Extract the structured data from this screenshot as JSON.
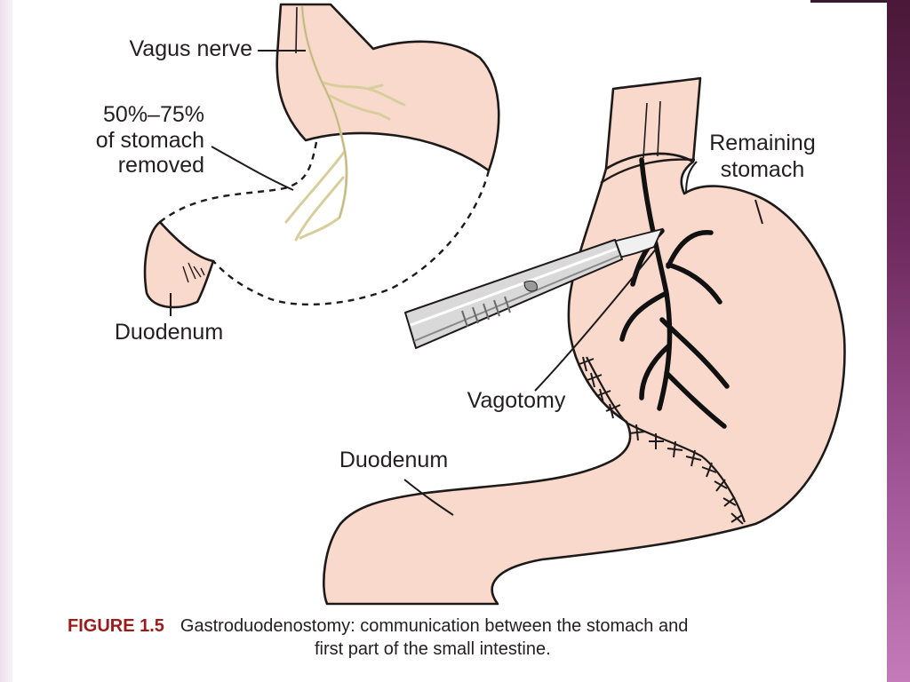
{
  "figure": {
    "labels": {
      "vagus_nerve": "Vagus nerve",
      "percent_removed": "50%–75%",
      "of_stomach": "of stomach",
      "removed": "removed",
      "duodenum_top": "Duodenum",
      "remaining": "Remaining",
      "stomach": "stomach",
      "vagotomy": "Vagotomy",
      "duodenum_bottom": "Duodenum"
    },
    "caption": {
      "number": "FIGURE 1.5",
      "line1": "Gastroduodenostomy: communication between the stomach and",
      "line2": "first part of the small intestine."
    }
  },
  "colors": {
    "tissue": "#f9d9cc",
    "outline": "#1e1a1a",
    "nerve": "#e3dcae",
    "caption_number": "#9b1b1b",
    "accent_band": "#6e2a5e"
  }
}
